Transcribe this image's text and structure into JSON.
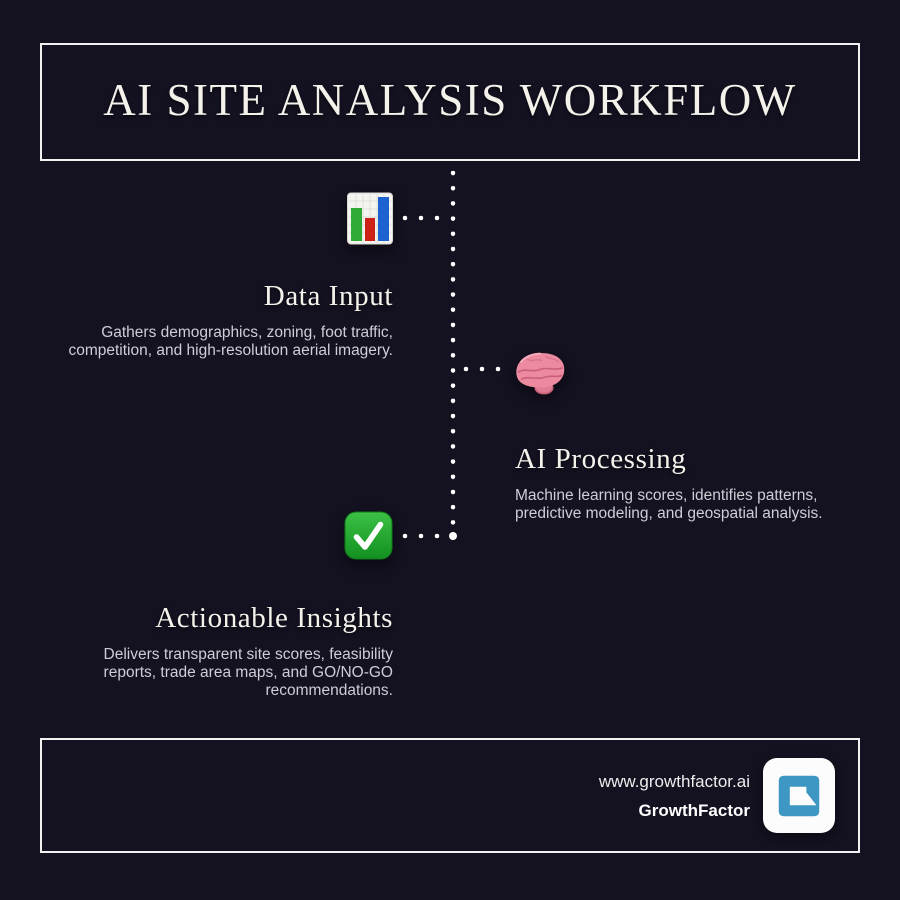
{
  "infographic": {
    "title": "AI SITE ANALYSIS WORKFLOW",
    "steps": [
      {
        "name": "Data Input",
        "description": "Gathers demographics, zoning, foot traffic, competition, and high-resolution aerial imagery.",
        "icon": "bar-chart-emoji"
      },
      {
        "name": "AI Processing",
        "description": "Machine learning scores, identifies patterns, predictive modeling, and geospatial analysis.",
        "icon": "brain-emoji"
      },
      {
        "name": "Actionable Insights",
        "description": "Delivers transparent site scores, feasibility reports, trade area maps, and GO/NO-GO recommendations.",
        "icon": "check-mark-emoji"
      }
    ],
    "footer": {
      "website": "www.growthfactor.ai",
      "brand": "GrowthFactor",
      "logo": "growthfactor-g-mark"
    },
    "colors": {
      "background": "#141120",
      "box_border": "#f2f2f2",
      "heading_text": "#f5f2ec",
      "body_text": "#cdced6",
      "dot": "#ffffff",
      "logo_blue": "#3e96c2",
      "logo_bg": "#fcfcfc",
      "chart_green": "#2faa35",
      "chart_red": "#cc2114",
      "chart_blue": "#1c62d1",
      "check_green_light": "#3cc144",
      "check_green_dark": "#129020",
      "brain_pink": "#ec8aa0",
      "brain_pink_dark": "#c9607a"
    }
  }
}
